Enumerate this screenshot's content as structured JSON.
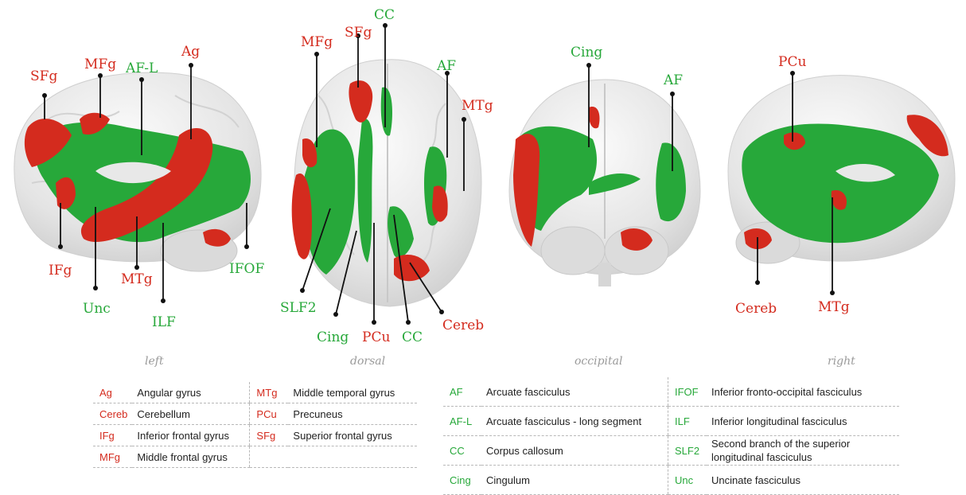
{
  "views": {
    "left": {
      "label": "left",
      "callouts": [
        {
          "text": "SFg",
          "color": "red"
        },
        {
          "text": "MFg",
          "color": "red"
        },
        {
          "text": "AF-L",
          "color": "green"
        },
        {
          "text": "Ag",
          "color": "red"
        },
        {
          "text": "IFg",
          "color": "red"
        },
        {
          "text": "Unc",
          "color": "green"
        },
        {
          "text": "MTg",
          "color": "red"
        },
        {
          "text": "ILF",
          "color": "green"
        },
        {
          "text": "IFOF",
          "color": "green"
        }
      ]
    },
    "dorsal": {
      "label": "dorsal",
      "callouts": [
        {
          "text": "MFg",
          "color": "red"
        },
        {
          "text": "SFg",
          "color": "red"
        },
        {
          "text": "CC",
          "color": "green"
        },
        {
          "text": "AF",
          "color": "green"
        },
        {
          "text": "MTg",
          "color": "red"
        },
        {
          "text": "SLF2",
          "color": "green"
        },
        {
          "text": "Cing",
          "color": "green"
        },
        {
          "text": "PCu",
          "color": "red"
        },
        {
          "text": "CC",
          "color": "green"
        },
        {
          "text": "Cereb",
          "color": "red"
        }
      ]
    },
    "occipital": {
      "label": "occipital",
      "callouts": [
        {
          "text": "Cing",
          "color": "green"
        },
        {
          "text": "AF",
          "color": "green"
        }
      ]
    },
    "right": {
      "label": "right",
      "callouts": [
        {
          "text": "PCu",
          "color": "red"
        },
        {
          "text": "Cereb",
          "color": "red"
        },
        {
          "text": "MTg",
          "color": "red"
        }
      ]
    }
  },
  "legend_regions": [
    {
      "abbr": "Ag",
      "name": "Angular gyrus",
      "abbr2": "MTg",
      "name2": "Middle temporal gyrus"
    },
    {
      "abbr": "Cereb",
      "name": "Cerebellum",
      "abbr2": "PCu",
      "name2": "Precuneus"
    },
    {
      "abbr": "IFg",
      "name": "Inferior frontal gyrus",
      "abbr2": "SFg",
      "name2": "Superior frontal gyrus"
    },
    {
      "abbr": "MFg",
      "name": "Middle frontal gyrus",
      "abbr2": "",
      "name2": ""
    }
  ],
  "legend_tracts": [
    {
      "abbr": "AF",
      "name": "Arcuate fasciculus",
      "abbr2": "IFOF",
      "name2": "Inferior fronto-occipital fasciculus"
    },
    {
      "abbr": "AF-L",
      "name": "Arcuate fasciculus - long segment",
      "abbr2": "ILF",
      "name2": "Inferior longitudinal fasciculus"
    },
    {
      "abbr": "CC",
      "name": "Corpus callosum",
      "abbr2": "SLF2",
      "name2": "Second branch of the superior longitudinal fasciculus"
    },
    {
      "abbr": "Cing",
      "name": "Cingulum",
      "abbr2": "Unc",
      "name2": "Uncinate fasciculus"
    }
  ],
  "colors": {
    "region": "#d42b1e",
    "tract": "#27a83a",
    "brain": "#e6e6e6",
    "view_label": "#9a9a9a"
  }
}
